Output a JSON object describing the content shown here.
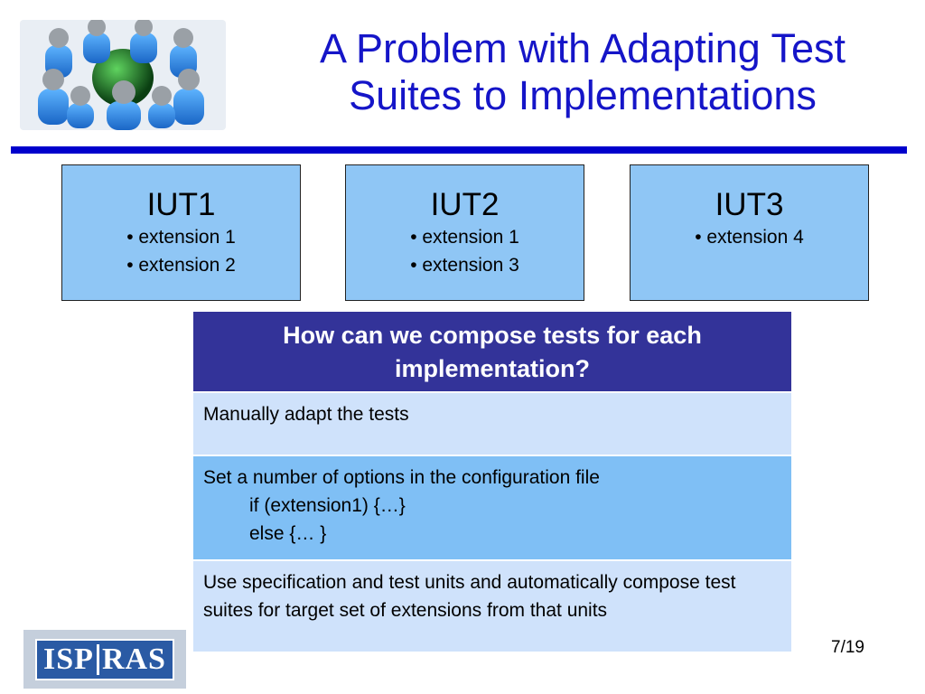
{
  "slide": {
    "title_line1": "A Problem with Adapting Test",
    "title_line2": "Suites to Implementations",
    "page": "7/19"
  },
  "colors": {
    "title": "#1515c8",
    "rule": "#0000cc",
    "box_fill": "#8fc6f5",
    "table_header": "#333399",
    "row_light": "#cfe2fb",
    "row_mid": "#7fbff5"
  },
  "iuts": [
    {
      "name": "IUT1",
      "extensions": [
        "• extension 1",
        "• extension 2"
      ]
    },
    {
      "name": "IUT2",
      "extensions": [
        "• extension 1",
        "• extension 3"
      ]
    },
    {
      "name": "IUT3",
      "extensions": [
        "• extension 4"
      ]
    }
  ],
  "table": {
    "header": "How can we compose tests for each implementation?",
    "rows": [
      {
        "lines": [
          "Manually adapt the tests"
        ]
      },
      {
        "lines": [
          "Set a number of options in the configuration file"
        ],
        "code": [
          "if (extension1)  {…}",
          "else {… }"
        ]
      },
      {
        "lines": [
          "Use specification and test units and automatically compose test suites for target set of extensions from that units"
        ]
      }
    ]
  },
  "logo": {
    "left": "ISP",
    "right": "RAS",
    "illustration": "people-around-globe-icon"
  }
}
